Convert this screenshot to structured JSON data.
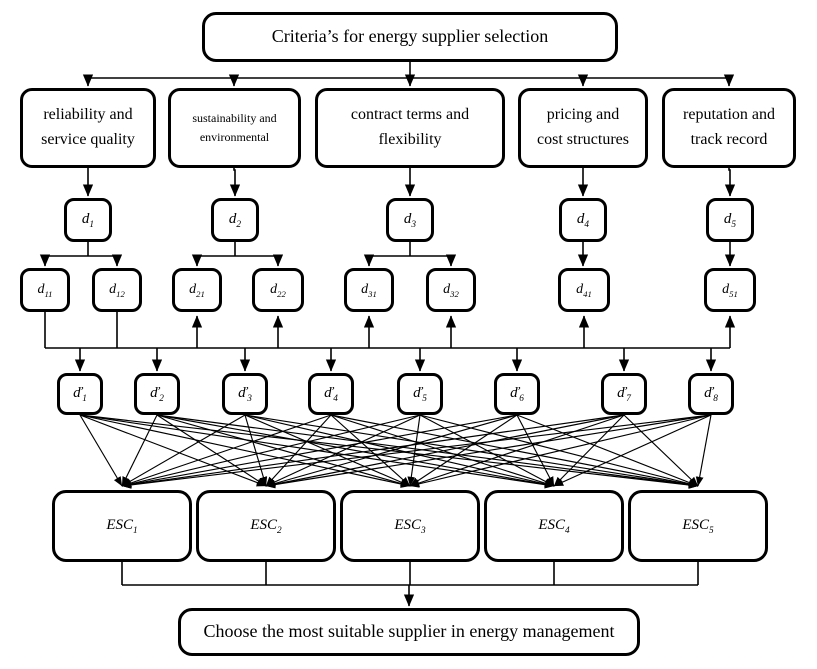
{
  "diagram": {
    "type": "hierarchy-flowchart",
    "title_box": {
      "label": "Criteria’s for energy supplier selection"
    },
    "goal_box": {
      "label": "Choose the most suitable supplier in energy management"
    },
    "criteria": [
      {
        "id": "c1",
        "line1": "reliability and",
        "line2": "service quality"
      },
      {
        "id": "c2",
        "line1": "sustainability and",
        "line2": "environmental"
      },
      {
        "id": "c3",
        "line1": "contract terms and",
        "line2": "flexibility"
      },
      {
        "id": "c4",
        "line1": "pricing and",
        "line2": "cost structures"
      },
      {
        "id": "c5",
        "line1": "reputation and",
        "line2": "track record"
      }
    ],
    "d_level1": [
      {
        "base": "d",
        "sub": "1"
      },
      {
        "base": "d",
        "sub": "2"
      },
      {
        "base": "d",
        "sub": "3"
      },
      {
        "base": "d",
        "sub": "4"
      },
      {
        "base": "d",
        "sub": "5"
      }
    ],
    "d_level2": [
      {
        "base": "d",
        "sub": "11"
      },
      {
        "base": "d",
        "sub": "12"
      },
      {
        "base": "d",
        "sub": "21"
      },
      {
        "base": "d",
        "sub": "22"
      },
      {
        "base": "d",
        "sub": "31"
      },
      {
        "base": "d",
        "sub": "32"
      },
      {
        "base": "d",
        "sub": "41"
      },
      {
        "base": "d",
        "sub": "51"
      }
    ],
    "d_caron": [
      {
        "base": "ď",
        "sub": "1"
      },
      {
        "base": "ď",
        "sub": "2"
      },
      {
        "base": "ď",
        "sub": "3"
      },
      {
        "base": "ď",
        "sub": "4"
      },
      {
        "base": "ď",
        "sub": "5"
      },
      {
        "base": "ď",
        "sub": "6"
      },
      {
        "base": "ď",
        "sub": "7"
      },
      {
        "base": "ď",
        "sub": "8"
      }
    ],
    "esc": [
      {
        "base": "ESC",
        "sub": "1"
      },
      {
        "base": "ESC",
        "sub": "2"
      },
      {
        "base": "ESC",
        "sub": "3"
      },
      {
        "base": "ESC",
        "sub": "4"
      },
      {
        "base": "ESC",
        "sub": "5"
      }
    ],
    "colors": {
      "stroke": "#000000",
      "fill": "#ffffff",
      "background": "#ffffff"
    }
  }
}
